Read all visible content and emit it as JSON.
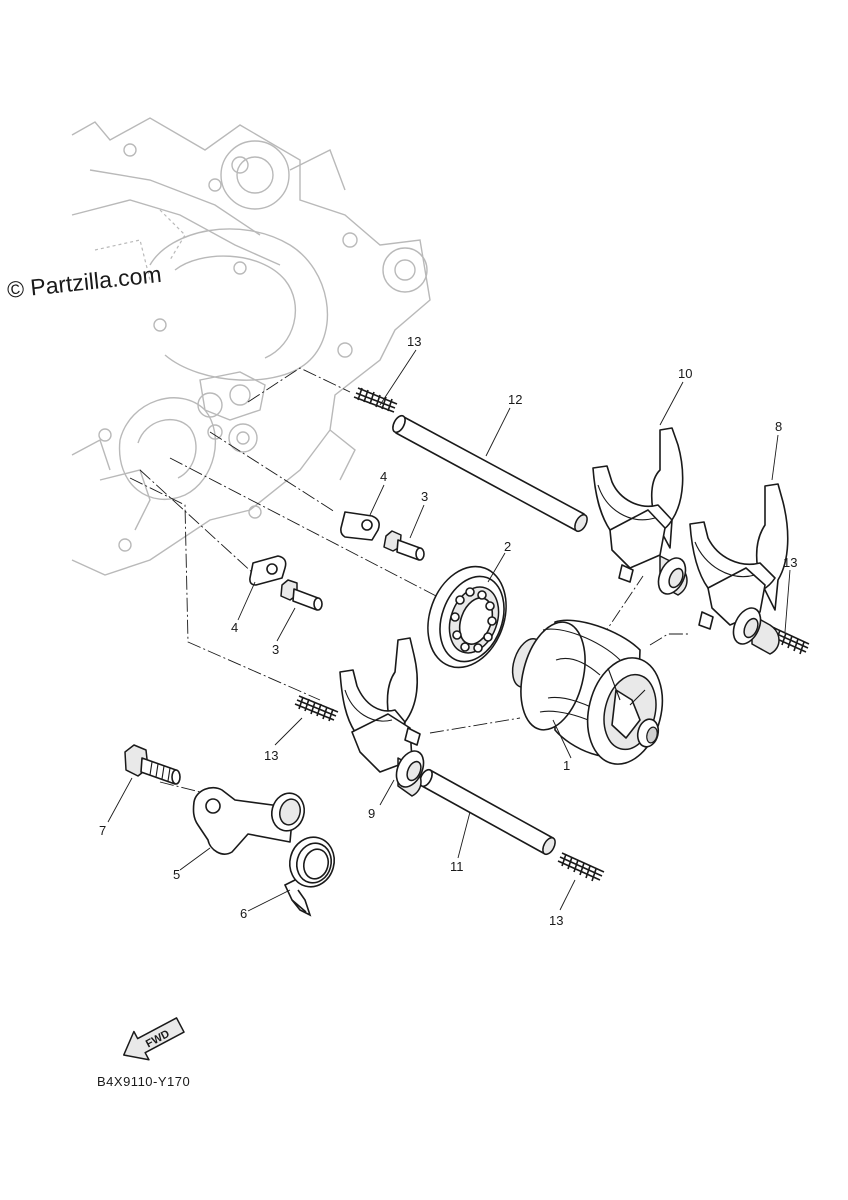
{
  "watermark": "© Partzilla.com",
  "diagram_code": "B4X9110-Y170",
  "fwd_label": "FWD",
  "callouts": {
    "c1": "1",
    "c2": "2",
    "c3a": "3",
    "c3b": "3",
    "c4a": "4",
    "c4b": "4",
    "c5": "5",
    "c6": "6",
    "c7": "7",
    "c8": "8",
    "c9": "9",
    "c10": "10",
    "c11": "11",
    "c12": "12",
    "c13a": "13",
    "c13b": "13",
    "c13c": "13",
    "c13d": "13"
  }
}
